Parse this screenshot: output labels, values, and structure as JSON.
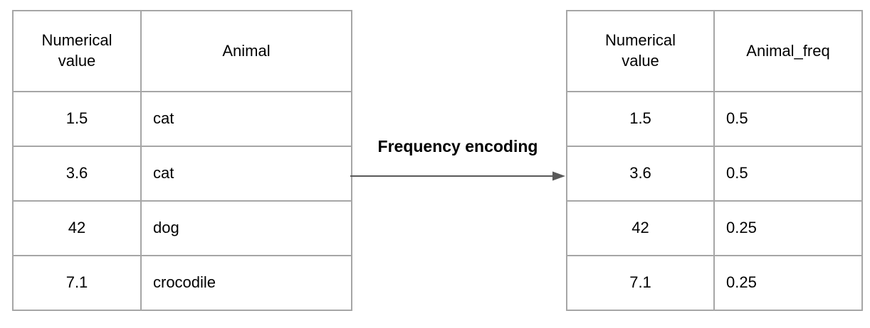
{
  "transformation": {
    "label": "Frequency encoding"
  },
  "left_table": {
    "headers": [
      "Numerical value",
      "Animal"
    ],
    "rows": [
      [
        "1.5",
        "cat"
      ],
      [
        "3.6",
        "cat"
      ],
      [
        "42",
        "dog"
      ],
      [
        "7.1",
        "crocodile"
      ]
    ]
  },
  "right_table": {
    "headers": [
      "Numerical value",
      "Animal_freq"
    ],
    "rows": [
      [
        "1.5",
        "0.5"
      ],
      [
        "3.6",
        "0.5"
      ],
      [
        "42",
        "0.25"
      ],
      [
        "7.1",
        "0.25"
      ]
    ]
  },
  "colors": {
    "table_border": "#a6a6a6",
    "arrow": "#595959",
    "text": "#000000",
    "background": "#ffffff"
  }
}
